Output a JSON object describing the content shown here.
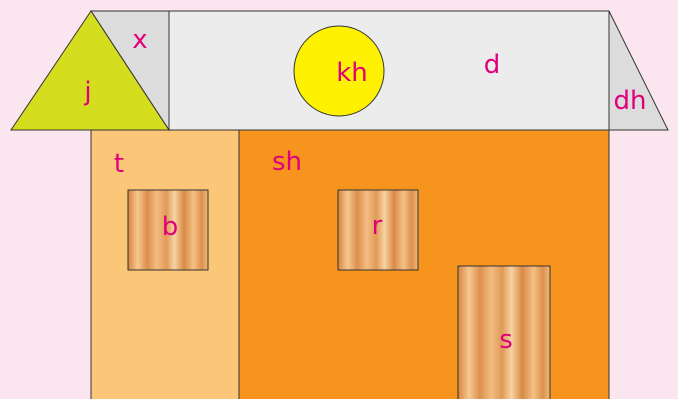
{
  "labels": {
    "x": "x",
    "j": "j",
    "kh": "kh",
    "d": "d",
    "dh": "dh",
    "t": "t",
    "sh": "sh",
    "b": "b",
    "r": "r",
    "s": "s"
  },
  "colors": {
    "background": "#fbe6ef",
    "label": "#e0007a",
    "roof_band": "#ececec",
    "roof_corner": "#dcdcdc",
    "roof_triangle": "#d4dd1e",
    "sun": "#fff200",
    "left_wall": "#fcc679",
    "right_wall": "#f7941d",
    "wood_light": "#f4c48a",
    "wood_dark": "#d88a46",
    "stroke": "#333333"
  }
}
